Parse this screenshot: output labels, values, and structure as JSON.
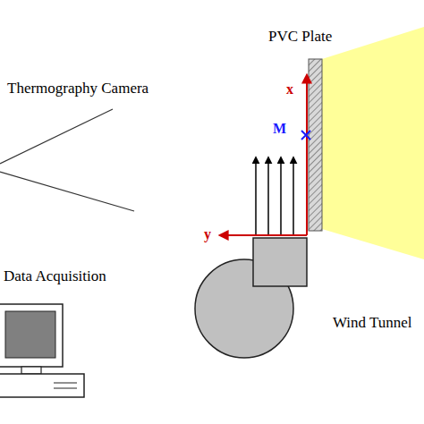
{
  "diagram": {
    "labels": [
      "PVC Plate",
      "Thermography Camera",
      "x",
      "M",
      "y",
      "Data Acquisition",
      "Wind Tunnel"
    ]
  }
}
